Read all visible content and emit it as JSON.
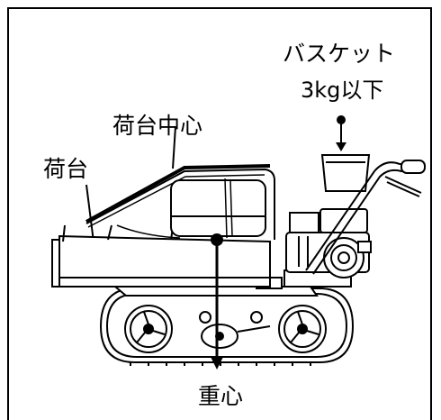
{
  "labels": {
    "loading_platform": "荷台",
    "platform_center": "荷台中心",
    "basket_line1": "バスケット",
    "basket_line2": "3kg以下",
    "center_of_gravity": "重心"
  },
  "colors": {
    "line": "#000000",
    "background": "#ffffff"
  }
}
